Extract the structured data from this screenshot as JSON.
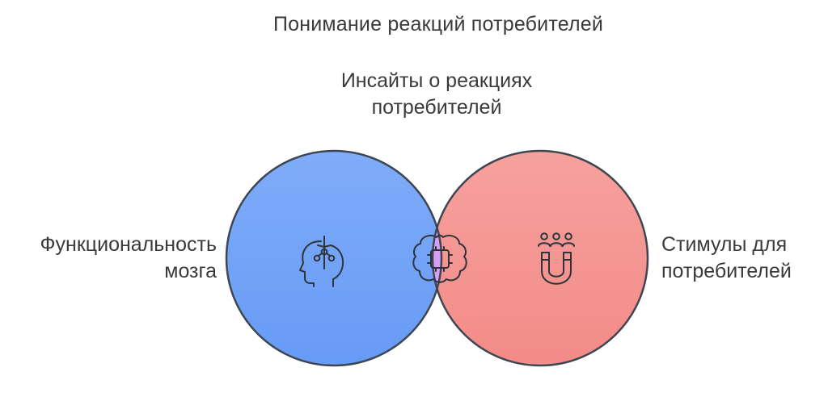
{
  "title": "Понимание реакций потребителей",
  "intersection": {
    "line1": "Инсайты о реакциях",
    "line2": "потребителей",
    "icon": "brain-chip-icon"
  },
  "left_set": {
    "line1": "Функциональность",
    "line2": "мозга",
    "icon": "head-neural-icon",
    "color": "#6fa3f7"
  },
  "right_set": {
    "line1": "Стимулы для",
    "line2": "потребителей",
    "icon": "people-magnet-icon",
    "color": "#f49390"
  },
  "overlap_color": "#d89df6"
}
